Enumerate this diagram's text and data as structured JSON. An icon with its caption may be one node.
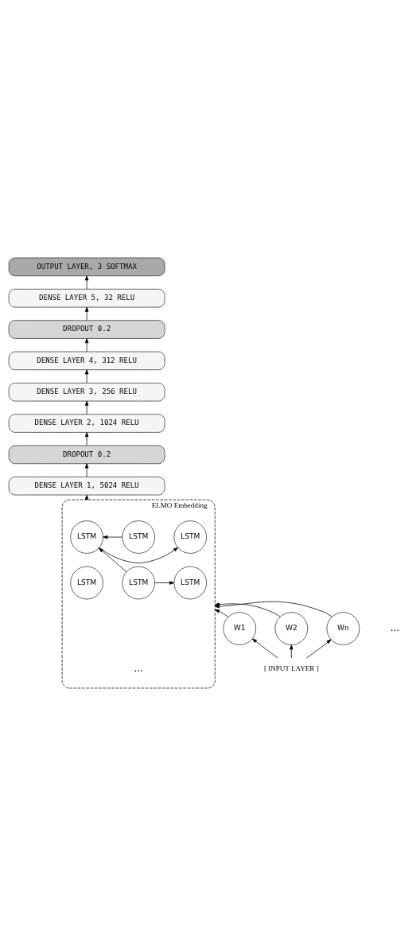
{
  "diagram": {
    "nodes": [
      {
        "text": [
          "OUTPUT LAYER, 3 SOFTMAX"
        ]
      },
      {
        "text": [
          "DENSE LAYER 5, 32 RELU"
        ]
      },
      {
        "text": [
          "DROPOUT 0.2"
        ]
      },
      {
        "text": [
          "DENSE LAYER 4, 312 RELU"
        ]
      },
      {
        "text": [
          "DENSE LAYER 3, 256 RELU"
        ]
      },
      {
        "text": [
          "DENSE LAYER 2, 1024 RELU"
        ]
      },
      {
        "text": [
          "DROPOUT 0.2"
        ]
      },
      {
        "text": [
          "DENSE LAYER 1, 5024 RELU"
        ]
      },
      {
        "text": [
          "ELMO Embedding"
        ]
      },
      {
        "text": [
          "LSTM"
        ],
        "in": 8
      },
      {
        "text": [
          "LSTM"
        ],
        "in": 8
      },
      {
        "text": [
          "LSTM"
        ],
        "in": 8
      },
      {
        "text": [
          "LSTM"
        ],
        "in": 8
      },
      {
        "text": [
          "LSTM"
        ],
        "in": 8
      },
      {
        "text": [
          "LSTM"
        ],
        "in": 8
      },
      {
        "text": [
          "W1"
        ]
      },
      {
        "text": [
          "W2"
        ]
      },
      {
        "text": [
          "Wn"
        ]
      },
      {
        "text": [
          "[ INPUT LAYER ]"
        ]
      }
    ],
    "edges": [
      {
        "from": 1,
        "to": 0,
        "arrow": "to"
      },
      {
        "from": 2,
        "to": 1,
        "arrow": "to"
      },
      {
        "from": 3,
        "to": 2,
        "arrow": "to"
      },
      {
        "from": 4,
        "to": 3,
        "arrow": "to"
      },
      {
        "from": 5,
        "to": 4,
        "arrow": "to"
      },
      {
        "from": 6,
        "to": 5,
        "arrow": "to"
      },
      {
        "from": 7,
        "to": 6,
        "arrow": "to"
      },
      {
        "from": 8,
        "to": 7,
        "arrow": "to"
      },
      {
        "from": 11,
        "to": 9,
        "arrow": "to"
      },
      {
        "from": 9,
        "to": 10,
        "arrow": "to"
      },
      {
        "from": 12,
        "to": 9,
        "arrow": "to"
      },
      {
        "from": 12,
        "to": 13,
        "arrow": "to"
      },
      {
        "from": 15,
        "to": 8,
        "arrow": "to"
      },
      {
        "from": 16,
        "to": 8,
        "arrow": "to"
      },
      {
        "from": 17,
        "to": 8,
        "arrow": "to"
      },
      {
        "from": 18,
        "to": 15,
        "arrow": "to"
      },
      {
        "from": 18,
        "to": 16,
        "arrow": "to"
      },
      {
        "from": 18,
        "to": 17,
        "arrow": "to"
      }
    ],
    "labels": [
      "...",
      "..."
    ]
  }
}
